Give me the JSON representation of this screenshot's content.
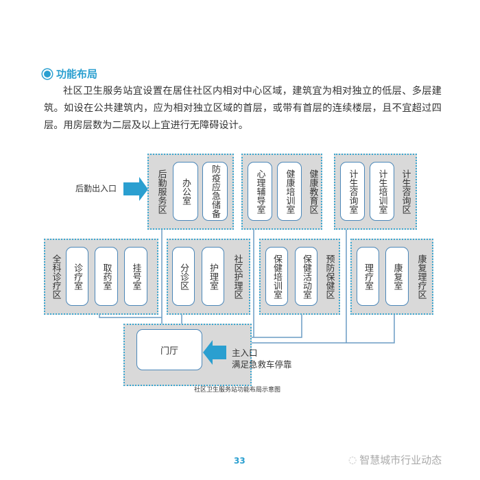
{
  "heading": "功能布局",
  "paragraph": "社区卫生服务站宜设置在居住社区内相对中心区域，建筑宜为相对独立的低层、多层建筑。如设在公共建筑内，应为相对独立区域的首层，或带有首层的连续楼层，且不宜超过四层。用房层数为二层及以上宜进行无障碍设计。",
  "diagram": {
    "service_entrance": "后勤出入口",
    "zones": [
      {
        "label": "后勤服务区",
        "rooms": [
          "办公室",
          "防疫应急储备"
        ]
      },
      {
        "label": "健康教育区",
        "rooms": [
          "心理辅导室",
          "健康培训室"
        ]
      },
      {
        "label": "计生咨询区",
        "rooms": [
          "计生咨询室",
          "计生培训室"
        ]
      },
      {
        "label": "全科诊疗区",
        "rooms": [
          "诊疗室",
          "取药室",
          "挂号室"
        ]
      },
      {
        "label": "社区护理区",
        "rooms": [
          "分诊区",
          "护理室"
        ]
      },
      {
        "label": "预防保健区",
        "rooms": [
          "保健培训室",
          "保健活动室"
        ]
      },
      {
        "label": "康复理疗区",
        "rooms": [
          "理疗室",
          "康复室"
        ]
      }
    ],
    "lobby": "门厅",
    "main_entrance": "主入口",
    "main_entrance_note": "满足急救车停靠",
    "caption": "社区卫生服务站功能布局示意图"
  },
  "page_number": "33",
  "watermark": "智慧城市行业动态",
  "colors": {
    "accent": "#2a9fd0",
    "zone": "#d9d9d9",
    "border": "#4a86b8"
  }
}
